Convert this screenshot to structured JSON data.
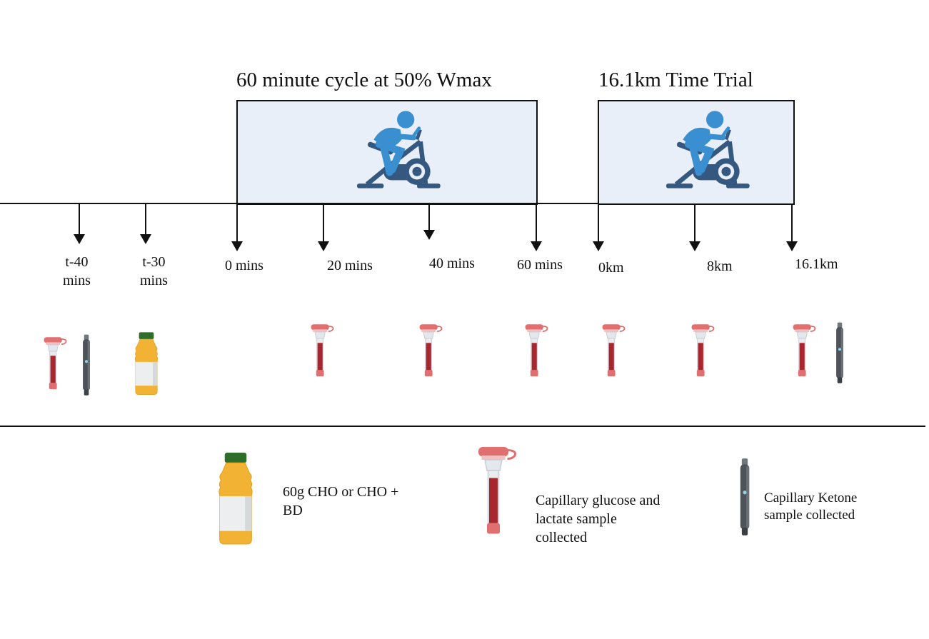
{
  "phases": [
    {
      "title": "60 minute cycle at 50% Wmax",
      "icon": "cyclist-icon"
    },
    {
      "title": "16.1km Time Trial",
      "icon": "cyclist-icon"
    }
  ],
  "timepoints": [
    {
      "label": "t-40\nmins",
      "line1": "t-40",
      "line2": "mins"
    },
    {
      "label": "t-30\nmins",
      "line1": "t-30",
      "line2": "mins"
    },
    {
      "label": "0 mins"
    },
    {
      "label": "20 mins"
    },
    {
      "label": "40 mins"
    },
    {
      "label": "60 mins"
    },
    {
      "label": "0km"
    },
    {
      "label": "8km"
    },
    {
      "label": "16.1km"
    }
  ],
  "legend": [
    {
      "icon": "drink-bottle-icon",
      "line1": "60g CHO or CHO +",
      "line2": "BD"
    },
    {
      "icon": "capillary-tube-icon",
      "line1": "Capillary glucose and",
      "line2": "lactate  sample",
      "line3": "collected"
    },
    {
      "icon": "ketone-meter-icon",
      "line1": "Capillary Ketone",
      "line2": "sample collected"
    }
  ],
  "colors": {
    "box_fill": "#e9eff9",
    "rider": "#3a8fd1",
    "bike": "#34587f",
    "tube": "#e07070",
    "blood": "#a8262e",
    "bottle": "#f2b233",
    "cap": "#2f6e2a",
    "lancet": "#4d5358"
  }
}
